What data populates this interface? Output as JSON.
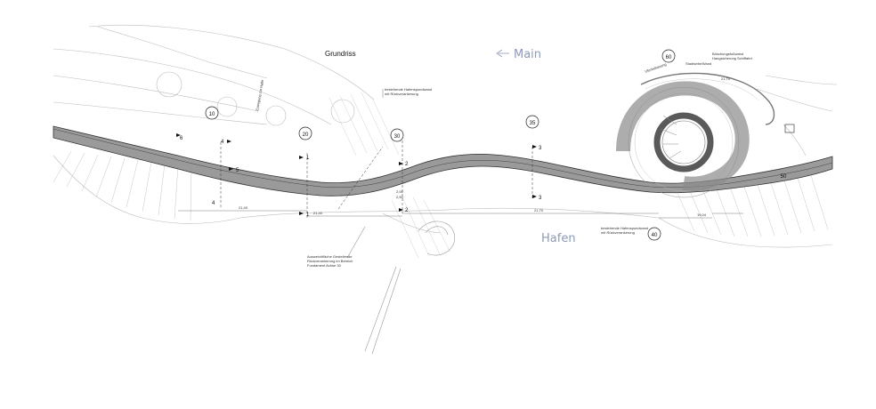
{
  "title": "Grundriss",
  "water_labels": {
    "main": "Main",
    "hafen": "Hafen"
  },
  "axes": [
    "10",
    "20",
    "30",
    "35",
    "40",
    "60",
    "50"
  ],
  "section_marks": {
    "s1": "1",
    "s2": "2",
    "s3": "3",
    "s4": "4",
    "s5": "5",
    "s6": "6"
  },
  "notes": {
    "wall_upper": "bestehende Hafenspundwand\nmit Rückverankerung",
    "wall_right": "bestehende Hafenspundwand\nmit Rückverankerung",
    "wall_top_right": "Böschungsfußwand\nHangsicherung Schiffahrt",
    "foundation": "Ausweichfläche Gesteifende\nRückverankerung im Bereich\nFundament Achse 30",
    "street": "Zuwegung zur Halle",
    "stair": "Stadtseite/Wand",
    "stair2": "Uferbebauung"
  },
  "dims": {
    "d1": "21,40",
    "d2": "21,40",
    "d3": "21,70",
    "d4": "19,04",
    "d5": "21,70",
    "d6": "2,00",
    "d7": "2,50"
  },
  "colors": {
    "line": "#555555",
    "deck": "#9a9a9a",
    "deck_dark": "#5a5a5a",
    "water_text": "#8d9ab8"
  }
}
